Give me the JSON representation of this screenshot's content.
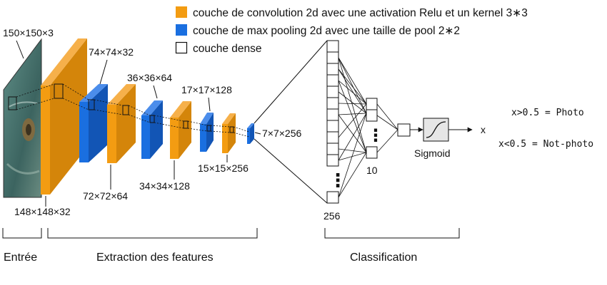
{
  "colors": {
    "conv": "#F39C12",
    "conv_side": "#D4850A",
    "pool": "#1A6FE0",
    "pool_side": "#1255B5",
    "dense": "#ffffff",
    "line": "#111111",
    "input_bg": "#3E6E6A"
  },
  "legend": {
    "conv": "couche de convolution 2d avec une activation Relu et un kernel 3∗3",
    "pool": "couche de max pooling 2d avec une taille de pool 2∗2",
    "dense": "couche dense"
  },
  "labels": {
    "input": "150×150×3",
    "conv1": "148×148×32",
    "pool1": "74×74×32",
    "conv2": "72×72×64",
    "pool2": "36×36×64",
    "conv3": "34×34×128",
    "pool3": "17×17×128",
    "conv4": "15×15×256",
    "pool4": "7×7×256",
    "dense1": "256",
    "dense2": "10",
    "sigmoid": "Sigmoid",
    "output": "x",
    "dots": "⋮"
  },
  "decision": {
    "photo": "x>0.5 = Photo",
    "not_photo": "x<0.5 = Not-photo"
  },
  "sections": {
    "input": "Entrée",
    "features": "Extraction des features",
    "classification": "Classification"
  },
  "icons": {
    "input_image": "sink-photo-image",
    "sigmoid": "sigmoid-curve-icon",
    "arrow": "arrow-right-icon"
  }
}
